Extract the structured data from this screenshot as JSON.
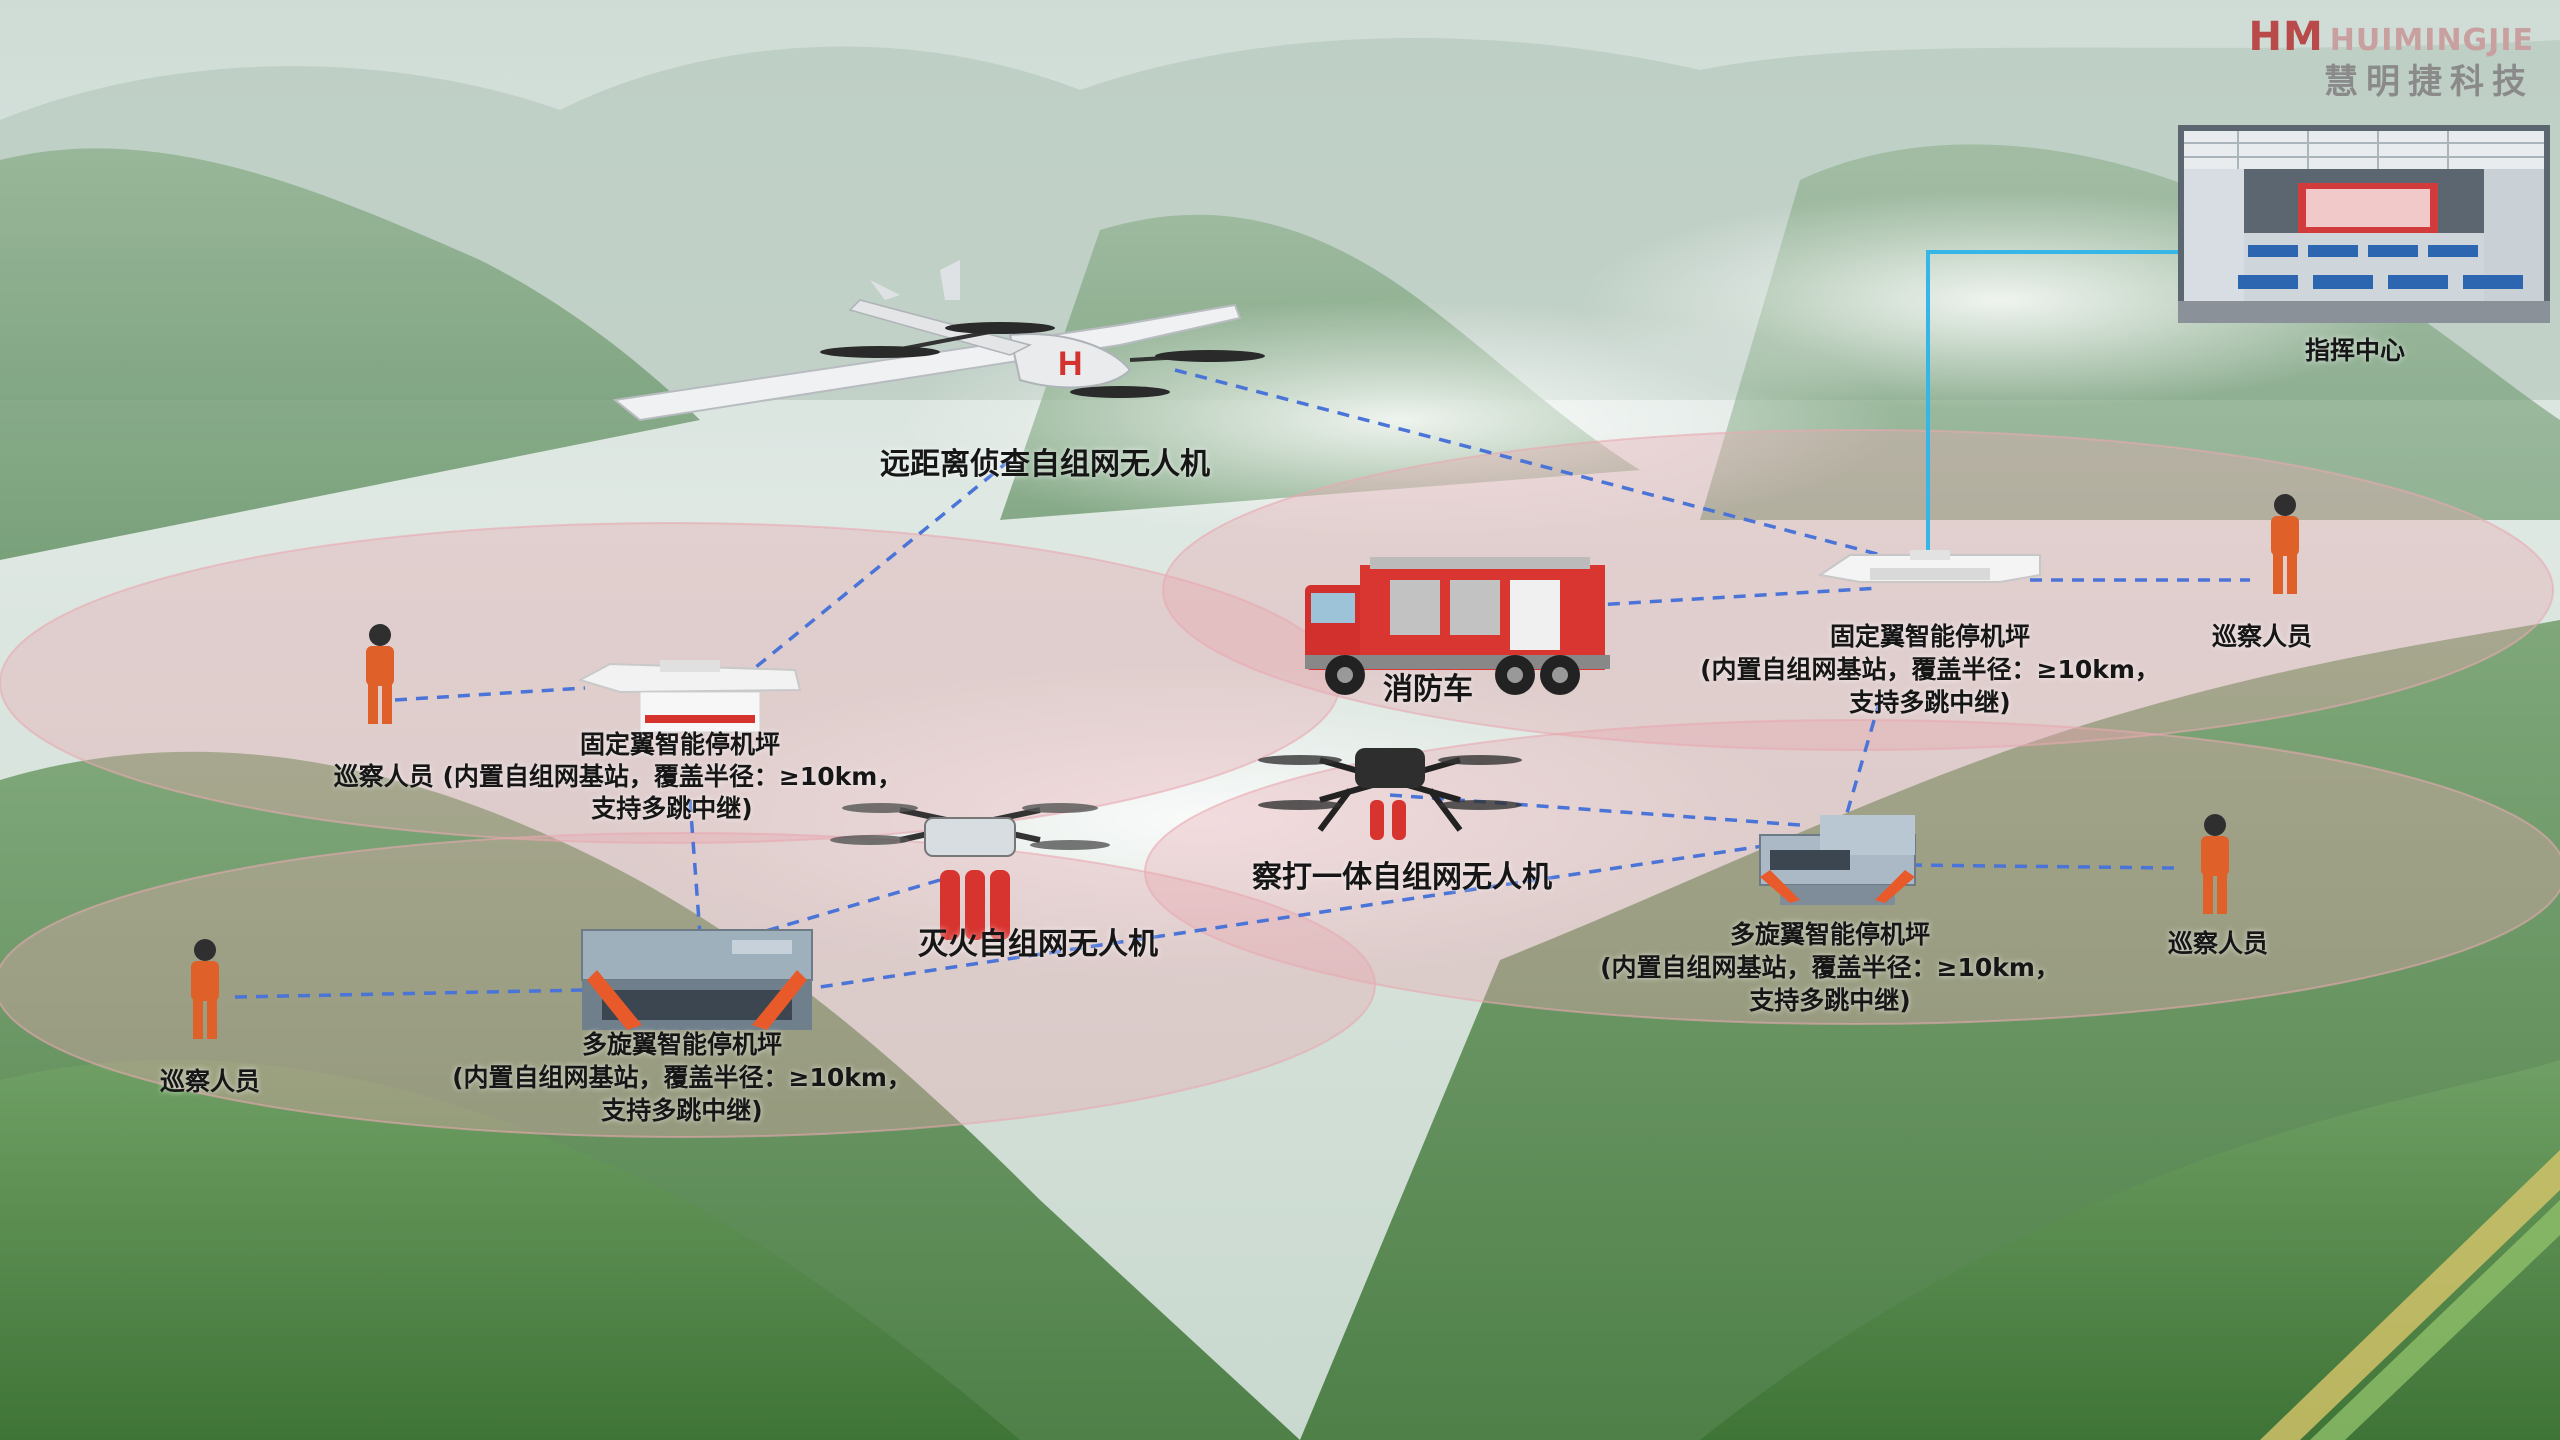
{
  "logo": {
    "mark": "HM",
    "brand": "HUIMINGJIE",
    "cn": "慧明捷科技"
  },
  "labels": {
    "command_center": "指挥中心",
    "recon_drone": "远距离侦查自组网无人机",
    "fire_truck": "消防车",
    "fixed_pad_left": [
      "固定翼智能停机坪",
      "(内置自组网基站，覆盖半径：≥10km，",
      "支持多跳中继)"
    ],
    "fixed_pad_left_patrol": "巡察人员",
    "fixed_pad_right": [
      "固定翼智能停机坪",
      "(内置自组网基站，覆盖半径：≥10km，",
      "支持多跳中继)"
    ],
    "patrol_right_top": "巡察人员",
    "patrol_left_bottom": "巡察人员",
    "patrol_right_bottom": "巡察人员",
    "fire_drone": "灭火自组网无人机",
    "strike_drone": "察打一体自组网无人机",
    "multi_pad_left": [
      "多旋翼智能停机坪",
      "(内置自组网基站，覆盖半径：≥10km，",
      "支持多跳中继)"
    ],
    "multi_pad_right": [
      "多旋翼智能停机坪",
      "(内置自组网基站，覆盖半径：≥10km，",
      "支持多跳中继)"
    ]
  },
  "colors": {
    "link": "#4a74d8",
    "coverage": "#e8a9b0",
    "uplink": "#36b6e6",
    "person": "#e0602a"
  }
}
